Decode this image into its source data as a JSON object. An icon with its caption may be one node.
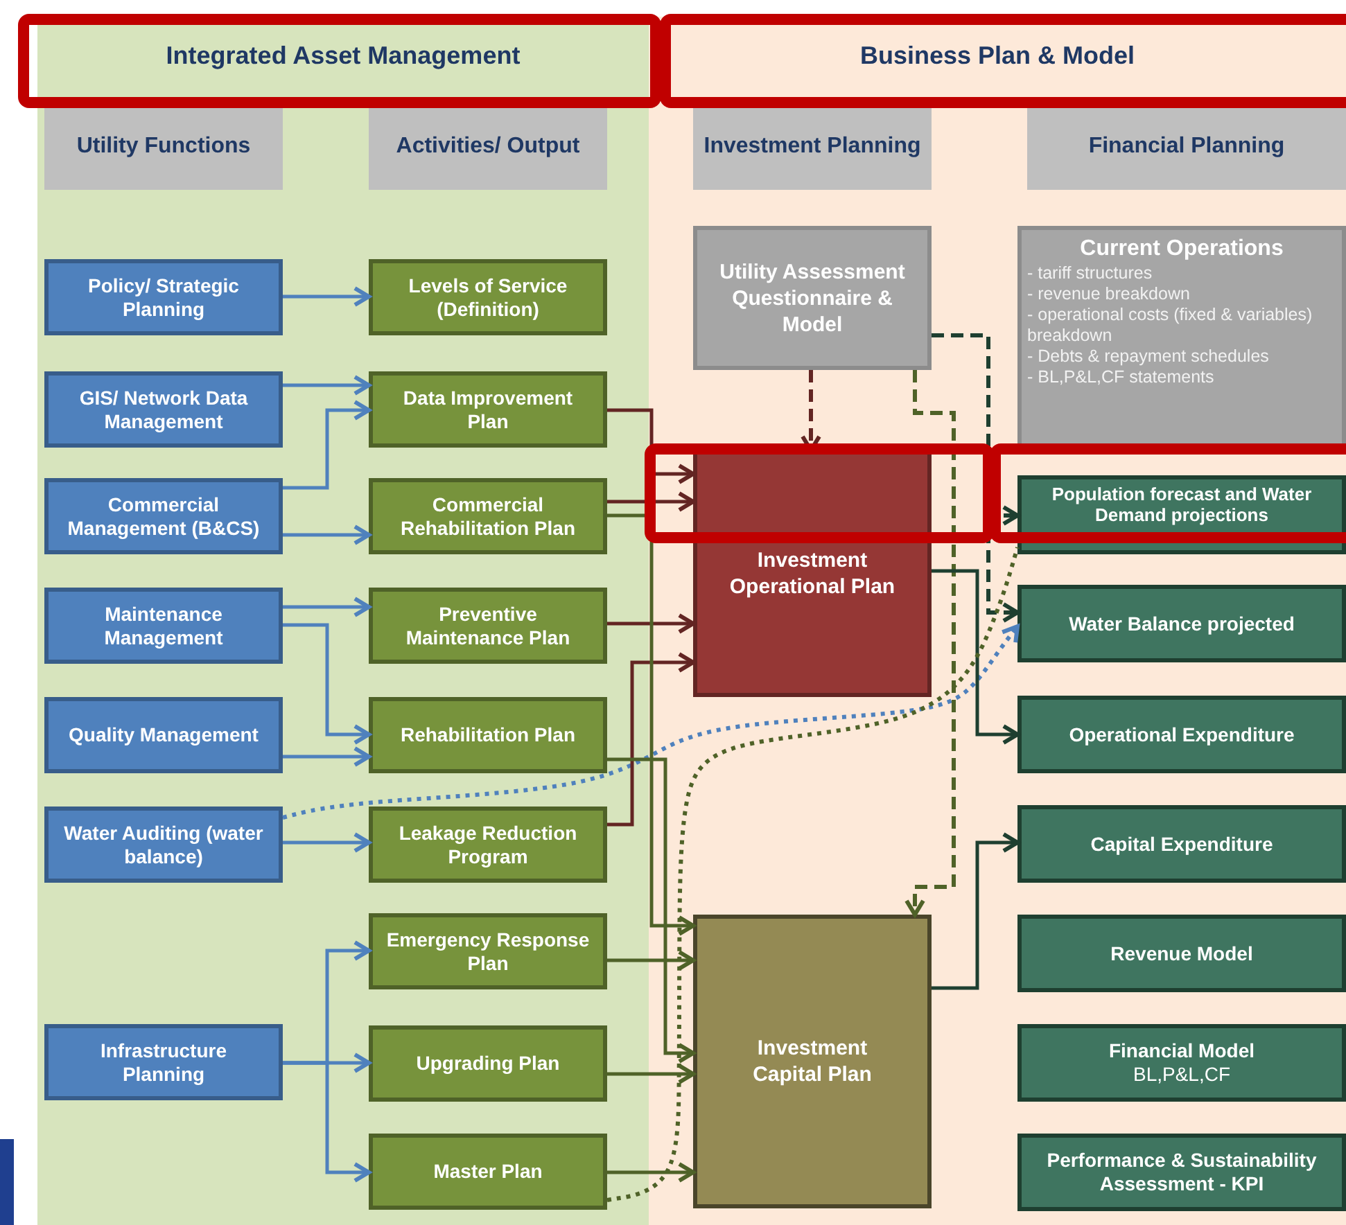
{
  "diagram": {
    "nodes": [
      {
        "text": [
          "Integrated Asset Management"
        ]
      },
      {
        "text": [
          "Utility Functions"
        ],
        "in": 0
      },
      {
        "text": [
          "Activities/ Output"
        ],
        "in": 0
      },
      {
        "text": [
          "Policy/ Strategic Planning"
        ],
        "in": 0
      },
      {
        "text": [
          "Levels of Service (Definition)"
        ],
        "in": 0
      },
      {
        "text": [
          "GIS/ Network Data Management"
        ],
        "in": 0
      },
      {
        "text": [
          "Data Improvement Plan"
        ],
        "in": 0
      },
      {
        "text": [
          "Commercial Management (B&CS)"
        ],
        "in": 0
      },
      {
        "text": [
          "Commercial Rehabilitation Plan"
        ],
        "in": 0
      },
      {
        "text": [
          "Maintenance Management"
        ],
        "in": 0
      },
      {
        "text": [
          "Preventive Maintenance Plan"
        ],
        "in": 0
      },
      {
        "text": [
          "Quality Management"
        ],
        "in": 0
      },
      {
        "text": [
          "Rehabilitation Plan"
        ],
        "in": 0
      },
      {
        "text": [
          "Water Auditing (water balance)"
        ],
        "in": 0
      },
      {
        "text": [
          "Leakage Reduction Program"
        ],
        "in": 0
      },
      {
        "text": [
          "Emergency Response Plan"
        ],
        "in": 0
      },
      {
        "text": [
          "Infrastructure Planning"
        ],
        "in": 0
      },
      {
        "text": [
          "Upgrading Plan"
        ],
        "in": 0
      },
      {
        "text": [
          "Master Plan"
        ],
        "in": 0
      },
      {
        "text": [
          "Business Plan & Model"
        ]
      },
      {
        "text": [
          "Investment Planning"
        ],
        "in": 19
      },
      {
        "text": [
          "Financial Planning"
        ],
        "in": 19
      },
      {
        "text": [
          "Utility Assessment Questionnaire & Model"
        ],
        "in": 19
      },
      {
        "text": [
          "Current Operations",
          "- tariff structures",
          "- revenue breakdown",
          "- operational costs (fixed & variables) breakdown",
          "- Debts & repayment schedules",
          "- BL,P&L,CF statements"
        ],
        "in": 19
      },
      {
        "text": [
          "Investment Operational Plan"
        ],
        "in": 19
      },
      {
        "text": [
          "Population forecast and Water Demand projections"
        ],
        "in": 19
      },
      {
        "text": [
          "Water Balance projected"
        ],
        "in": 19
      },
      {
        "text": [
          "Operational Expenditure"
        ],
        "in": 19
      },
      {
        "text": [
          "Capital Expenditure"
        ],
        "in": 19
      },
      {
        "text": [
          "Investment Capital Plan"
        ],
        "in": 19
      },
      {
        "text": [
          "Revenue Model"
        ],
        "in": 19
      },
      {
        "text": [
          "Financial Model",
          "BL,P&L,CF"
        ],
        "in": 19
      },
      {
        "text": [
          "Performance & Sustainability Assessment - KPI"
        ],
        "in": 19
      }
    ],
    "edges": [
      {
        "from": 3,
        "to": 4,
        "arrow": "to"
      },
      {
        "from": 5,
        "to": 6,
        "arrow": "to"
      },
      {
        "from": 7,
        "to": 6,
        "arrow": "to"
      },
      {
        "from": 7,
        "to": 8,
        "arrow": "to"
      },
      {
        "from": 9,
        "to": 10,
        "arrow": "to"
      },
      {
        "from": 9,
        "to": 12,
        "arrow": "to"
      },
      {
        "from": 11,
        "to": 12,
        "arrow": "to"
      },
      {
        "from": 13,
        "to": 14,
        "arrow": "to"
      },
      {
        "from": 16,
        "to": 15,
        "arrow": "to"
      },
      {
        "from": 16,
        "to": 17,
        "arrow": "to"
      },
      {
        "from": 16,
        "to": 18,
        "arrow": "to"
      },
      {
        "from": 13,
        "to": 26,
        "arrow": "to",
        "style": "dashed"
      },
      {
        "from": 6,
        "to": 24,
        "arrow": "to",
        "color": "#632523"
      },
      {
        "from": 8,
        "to": 24,
        "arrow": "to",
        "color": "#632523"
      },
      {
        "from": 10,
        "to": 24,
        "arrow": "to",
        "color": "#632523"
      },
      {
        "from": 14,
        "to": 24,
        "arrow": "to",
        "color": "#632523"
      },
      {
        "from": 22,
        "to": 24,
        "arrow": "to",
        "style": "dashed",
        "color": "#632523"
      },
      {
        "from": 8,
        "to": 29,
        "arrow": "to",
        "color": "#4f6228"
      },
      {
        "from": 12,
        "to": 29,
        "arrow": "to",
        "color": "#4f6228"
      },
      {
        "from": 15,
        "to": 29,
        "arrow": "to",
        "color": "#4f6228"
      },
      {
        "from": 17,
        "to": 29,
        "arrow": "to",
        "color": "#4f6228"
      },
      {
        "from": 18,
        "to": 29,
        "arrow": "to",
        "color": "#4f6228"
      },
      {
        "from": 22,
        "to": 29,
        "arrow": "to",
        "style": "dashed",
        "color": "#4f6228"
      },
      {
        "from": 22,
        "to": 25,
        "arrow": "to",
        "style": "dashed",
        "color": "#1e3f30"
      },
      {
        "from": 22,
        "to": 26,
        "arrow": "to",
        "style": "dashed",
        "color": "#1e3f30"
      },
      {
        "from": 24,
        "to": 27,
        "arrow": "to",
        "color": "#1e3f30"
      },
      {
        "from": 29,
        "to": 28,
        "arrow": "to",
        "color": "#1e3f30"
      },
      {
        "from": 18,
        "to": 25,
        "arrow": "none",
        "style": "dashed",
        "color": "#4f6228"
      }
    ]
  }
}
